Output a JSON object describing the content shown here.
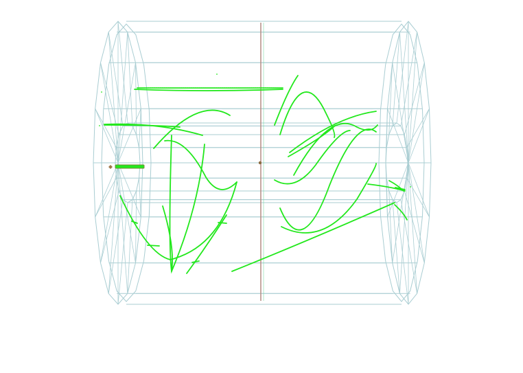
{
  "viewer": {
    "background": "#ffffff"
  },
  "colors": {
    "detector_wireframe": "#a9cdd2",
    "track": "#22e81c",
    "beam_axis": "#b48c82",
    "vertical_axis": "#7fd8a4",
    "vertex": "#8a6a40",
    "hit_marker": "#a0784a",
    "cluster": "#7a8a3a"
  },
  "scene": {
    "detector": "cylindrical-wireframe",
    "barrel_segments": 16,
    "track_count": 27,
    "primary_vertex": "center"
  }
}
